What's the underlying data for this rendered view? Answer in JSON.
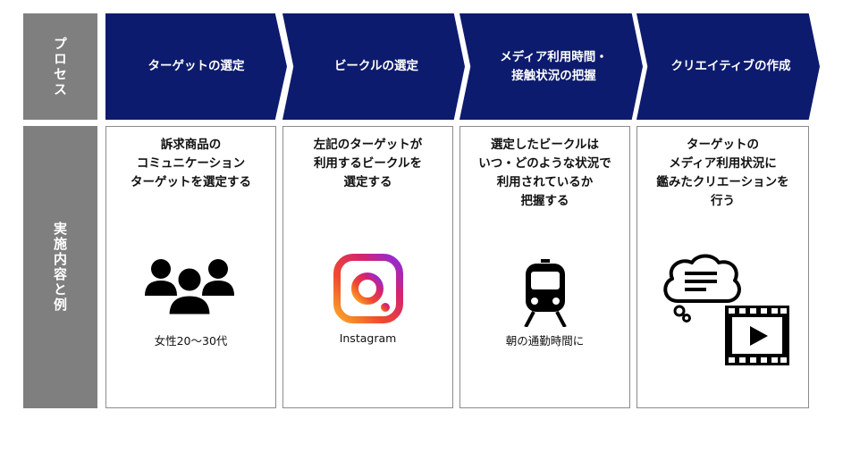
{
  "rows": {
    "process_label": "プロセス",
    "content_label": "実施内容と例"
  },
  "steps": [
    {
      "title": "ターゲットの選定",
      "description": "訴求商品の\nコミュニケーション\nターゲットを選定する",
      "example": "女性20～30代",
      "icon": "people-group-icon"
    },
    {
      "title": "ビークルの選定",
      "description": "左記のターゲットが\n利用するビークルを\n選定する",
      "example": "Instagram",
      "icon": "instagram-logo-icon"
    },
    {
      "title": "メディア利用時間・\n接触状況の把握",
      "description": "選定したビークルは\nいつ・どのような状況で\n利用されているか\n把握する",
      "example": "朝の通勤時間に",
      "icon": "train-icon"
    },
    {
      "title": "クリエイティブの作成",
      "description": "ターゲットの\nメディア利用状況に\n鑑みたクリエーションを\n行う",
      "example": "",
      "icon": "thought-bubble-video-icon"
    }
  ],
  "colors": {
    "chevron": "#0d1b6e",
    "side_label_bg": "#7f7f7f",
    "box_border": "#8c8c8c"
  }
}
